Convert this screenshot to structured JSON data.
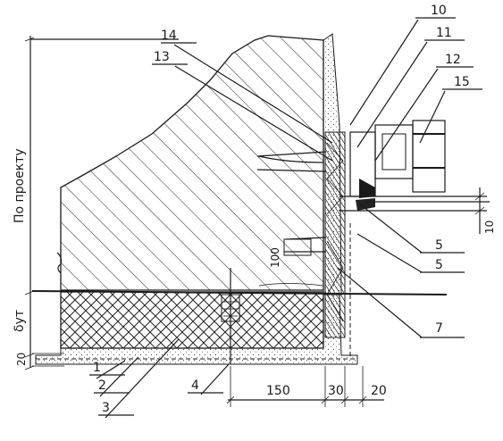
{
  "drawing": {
    "vertical_label": "По проекту",
    "insulation_label": "δут",
    "dim_bottom_20": "20",
    "dim_150": "150",
    "dim_30": "30",
    "dim_right_20": "20",
    "dim_10": "10",
    "inner_label": "100"
  },
  "callouts": {
    "c1": "1",
    "c2": "2",
    "c3": "3",
    "c4": "4",
    "c5a": "5",
    "c5b": "5",
    "c7": "7",
    "c10": "10",
    "c11": "11",
    "c12": "12",
    "c13": "13",
    "c14": "14",
    "c15": "15"
  }
}
